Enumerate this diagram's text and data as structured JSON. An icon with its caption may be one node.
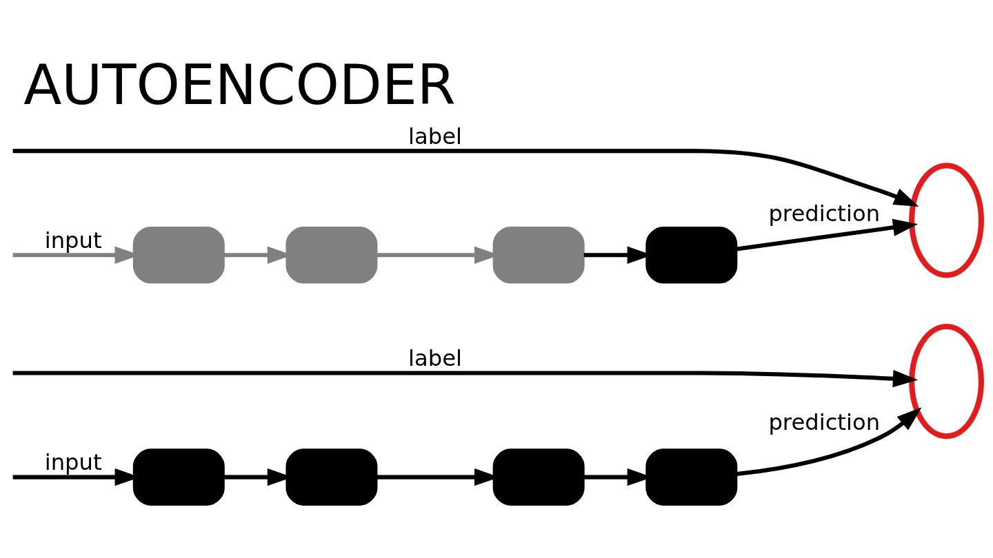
{
  "diagram": {
    "title": "AUTOENCODER",
    "nodes": [
      {
        "text": [],
        "shape": "box"
      },
      {
        "text": [],
        "shape": "box"
      },
      {
        "text": [],
        "shape": "box"
      },
      {
        "text": [],
        "shape": "box"
      },
      {
        "text": [],
        "shape": "ellipse"
      },
      {
        "text": [],
        "shape": "box"
      },
      {
        "text": [],
        "shape": "box"
      },
      {
        "text": [],
        "shape": "box"
      },
      {
        "text": [],
        "shape": "box"
      },
      {
        "text": [],
        "shape": "ellipse"
      }
    ],
    "edges": [
      {
        "from": null,
        "to": 0,
        "arrow": "to",
        "label": "input",
        "color": "#808080"
      },
      {
        "from": 0,
        "to": 1,
        "arrow": "to",
        "color": "#808080"
      },
      {
        "from": 1,
        "to": 2,
        "arrow": "to",
        "color": "#808080"
      },
      {
        "from": 2,
        "to": 3,
        "arrow": "to"
      },
      {
        "from": 3,
        "to": 4,
        "arrow": "to",
        "label": "prediction"
      },
      {
        "from": null,
        "to": 4,
        "arrow": "to",
        "label": "label"
      },
      {
        "from": null,
        "to": 5,
        "arrow": "to",
        "label": "input"
      },
      {
        "from": 5,
        "to": 6,
        "arrow": "to"
      },
      {
        "from": 6,
        "to": 7,
        "arrow": "to"
      },
      {
        "from": 7,
        "to": 8,
        "arrow": "to"
      },
      {
        "from": 8,
        "to": 9,
        "arrow": "to",
        "label": "prediction"
      },
      {
        "from": null,
        "to": 9,
        "arrow": "to",
        "label": "label"
      }
    ]
  }
}
